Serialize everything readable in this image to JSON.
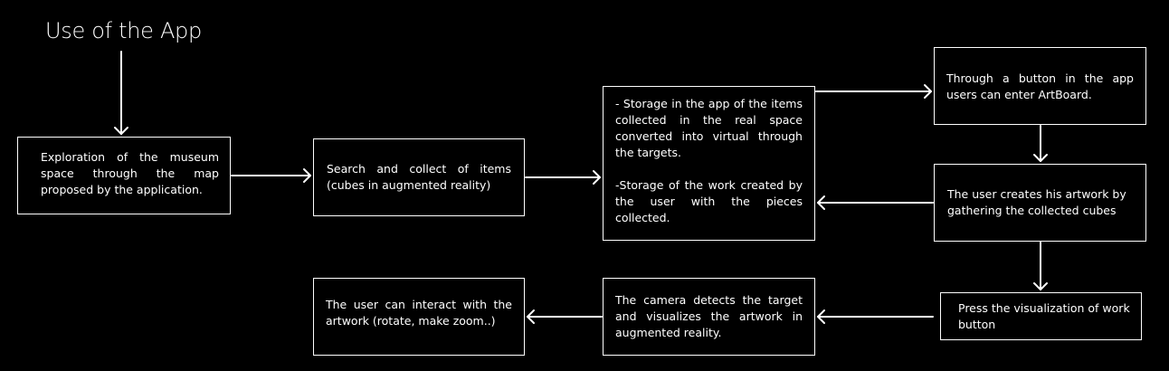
{
  "title": "Use of the App",
  "nodes": {
    "exploration": "Exploration of the museum space through the map proposed by the application.",
    "search": "Search and collect of items (cubes in augmented reality)",
    "storage_items": "- Storage in the app of the items collected in the real space converted into virtual through the targets.",
    "storage_work": "-Storage of the work created by the user with the pieces collected.",
    "artboard": "Through a button in the app users can enter ArtBoard.",
    "creates": "The user creates his artwork by gathering the collected cubes",
    "press": "Press the visualization of work button",
    "camera": "The camera detects the target and visualizes the artwork in augmented reality.",
    "interact": "The user can interact with the artwork (rotate, make zoom..)"
  },
  "colors": {
    "background": "#000000",
    "foreground": "#ffffff"
  }
}
